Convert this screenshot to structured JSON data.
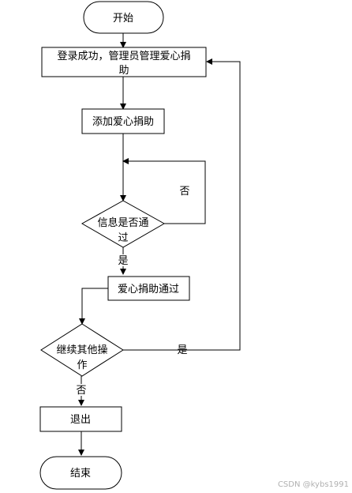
{
  "diagram": {
    "nodes": {
      "start": "开始",
      "login_line1": "登录成功，管理员管理爱心捐",
      "login_line2": "助",
      "add_donation": "添加爱心捐助",
      "approve_line1": "信息是否通",
      "approve_line2": "过",
      "donation_approved": "爱心捐助通过",
      "continue_line1": "继续其他操",
      "continue_line2": "作",
      "exit": "退出",
      "end": "结束"
    },
    "edges": {
      "approve_no": "否",
      "approve_yes": "是",
      "continue_yes": "是",
      "continue_no": "否"
    }
  },
  "watermark": "CSDN @kybs1991"
}
